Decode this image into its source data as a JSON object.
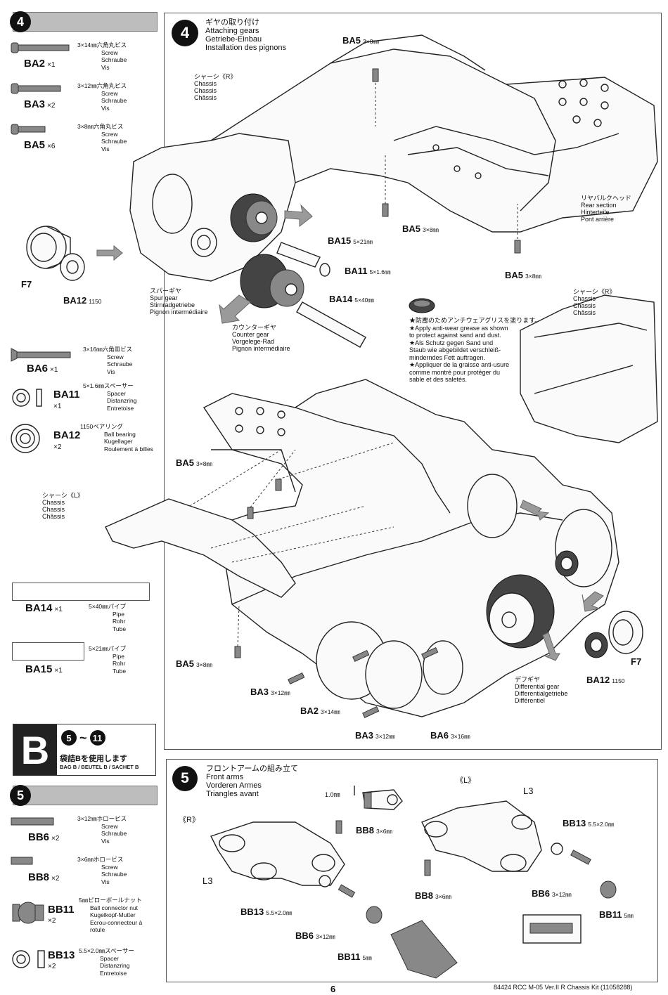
{
  "left_column": {
    "step4_badge": "4",
    "screws": [
      {
        "code": "BA2",
        "qty": "×1",
        "jp": "3×14㎜六角丸ビス",
        "tr": [
          "Screw",
          "Schraube",
          "Vis"
        ]
      },
      {
        "code": "BA3",
        "qty": "×2",
        "jp": "3×12㎜六角丸ビス",
        "tr": [
          "Screw",
          "Schraube",
          "Vis"
        ]
      },
      {
        "code": "BA5",
        "qty": "×6",
        "jp": "3×8㎜六角丸ビス",
        "tr": [
          "Screw",
          "Schraube",
          "Vis"
        ]
      }
    ],
    "f7_label": "F7",
    "ba12_label": "BA12",
    "ba12_size": "1150",
    "parts2": [
      {
        "code": "BA6",
        "qty": "×1",
        "jp": "3×16㎜六角皿ビス",
        "tr": [
          "Screw",
          "Schraube",
          "Vis"
        ]
      },
      {
        "code": "BA11",
        "qty": "×1",
        "jp": "5×1.6㎜スペーサー",
        "tr": [
          "Spacer",
          "Distanzring",
          "Entretoise"
        ]
      },
      {
        "code": "BA12",
        "qty": "×2",
        "jp": "1150ベアリング",
        "tr": [
          "Ball bearing",
          "Kugellager",
          "Roulement à billes"
        ]
      }
    ],
    "pipes": [
      {
        "code": "BA14",
        "qty": "×1",
        "jp": "5×40㎜パイプ",
        "tr": [
          "Pipe",
          "Rohr",
          "Tube"
        ]
      },
      {
        "code": "BA15",
        "qty": "×1",
        "jp": "5×21㎜パイプ",
        "tr": [
          "Pipe",
          "Rohr",
          "Tube"
        ]
      }
    ],
    "bag_letter": "B",
    "bag_range_start": "5",
    "bag_range_sep": "~",
    "bag_range_end": "11",
    "bag_jp": "袋詰Bを使用します",
    "bag_tr": "BAG B / BEUTEL B / SACHET B",
    "step5_badge": "5",
    "parts3": [
      {
        "code": "BB6",
        "qty": "×2",
        "jp": "3×12㎜ホロービス",
        "tr": [
          "Screw",
          "Schraube",
          "Vis"
        ]
      },
      {
        "code": "BB8",
        "qty": "×2",
        "jp": "3×6㎜ホロービス",
        "tr": [
          "Screw",
          "Schraube",
          "Vis"
        ]
      },
      {
        "code": "BB11",
        "qty": "×2",
        "jp": "5㎜ピローボールナット",
        "tr": [
          "Ball connector nut",
          "Kugelkopf-Mutter",
          "Ecrou-connecteur à",
          "rotule"
        ]
      },
      {
        "code": "BB13",
        "qty": "×2",
        "jp": "5.5×2.0㎜スペーサー",
        "tr": [
          "Spacer",
          "Distanzring",
          "Entretoise"
        ]
      }
    ]
  },
  "step4_panel": {
    "badge": "4",
    "title": [
      "ギヤの取り付け",
      "Attaching gears",
      "Getriebe-Einbau",
      "Installation des pignons"
    ],
    "chassis_r": [
      "シャーシ《R》",
      "Chassis",
      "Chassis",
      "Châssis"
    ],
    "chassis_r2": [
      "シャーシ《R》",
      "Chassis",
      "Chassis",
      "Châssis"
    ],
    "chassis_l": [
      "シャーシ《L》",
      "Chassis",
      "Chassis",
      "Châssis"
    ],
    "rear_section": [
      "リヤバルクヘッド",
      "Rear section",
      "Hinterteile",
      "Pont arrière"
    ],
    "spur_gear": [
      "スパーギヤ",
      "Spur gear",
      "Stirnradgetriebe",
      "Pignon intermédiaire"
    ],
    "counter_gear": [
      "カウンターギヤ",
      "Counter gear",
      "Vorgelege-Rad",
      "Pignon intermédiaire"
    ],
    "diff_gear": [
      "デフギヤ",
      "Differential gear",
      "Differentialgetriebe",
      "Différentiel"
    ],
    "grease_note": [
      "★防塵のためアンチウェアグリスを塗ります。",
      "★Apply anti-wear grease as shown",
      "to protect against sand and dust.",
      "★Als Schutz gegen Sand und",
      "Staub wie abgebildet verschleiß-",
      "minderndes Fett auftragen.",
      "★Appliquer de la graisse anti-usure",
      "comme montré pour protéger du",
      "sable et des saletés."
    ],
    "codes": {
      "ba5": "BA5",
      "size_3x8": "3×8㎜",
      "ba15": "BA15",
      "size_5x21": "5×21㎜",
      "ba11": "BA11",
      "size_5x16": "5×1.6㎜",
      "ba14": "BA14",
      "size_5x40": "5×40㎜",
      "ba3": "BA3",
      "size_3x12": "3×12㎜",
      "ba2": "BA2",
      "size_3x14": "3×14㎜",
      "ba6": "BA6",
      "size_3x16": "3×16㎜",
      "ba12": "BA12",
      "size_1150": "1150",
      "f7": "F7"
    }
  },
  "step5_panel": {
    "badge": "5",
    "title": [
      "フロントアームの組み立て",
      "Front arms",
      "Vorderen Armes",
      "Triangles avant"
    ],
    "side_r": "《R》",
    "side_l": "《L》",
    "l3": "L3",
    "dim": "1.0㎜",
    "codes": {
      "bb8": "BB8",
      "size_3x6": "3×6㎜",
      "bb13": "BB13",
      "size_55x20": "5.5×2.0㎜",
      "bb6": "BB6",
      "size_3x12": "3×12㎜",
      "bb11": "BB11",
      "size_5": "5㎜"
    }
  },
  "footer": {
    "page_number": "6",
    "kit_title": "84424 RCC M-05 Ver.II R Chassis Kit (11058288)"
  }
}
